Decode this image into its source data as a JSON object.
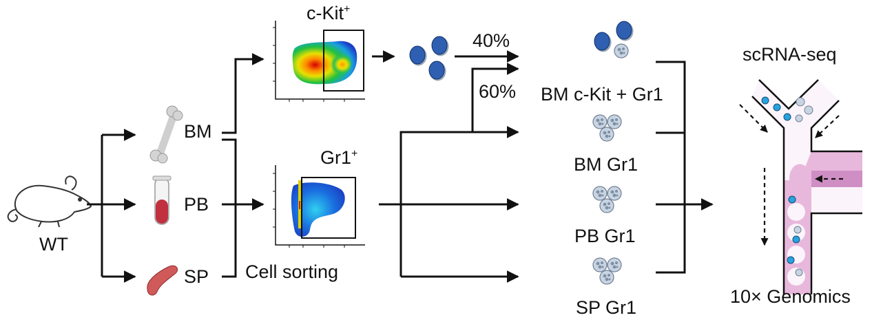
{
  "source": {
    "label": "WT",
    "icon": "mouse-icon"
  },
  "tissues": [
    {
      "label": "BM",
      "icon": "bone-icon"
    },
    {
      "label": "PB",
      "icon": "blood-tube-icon"
    },
    {
      "label": "SP",
      "icon": "spleen-icon"
    }
  ],
  "sorting": {
    "label": "Cell sorting",
    "gate_top": {
      "label": "c-Kit",
      "superscript": "+"
    },
    "gate_bottom": {
      "label": "Gr1",
      "superscript": "+"
    }
  },
  "mixing": {
    "ckit_percent": "40%",
    "gr1_percent": "60%"
  },
  "samples": [
    {
      "label": "BM c-Kit + Gr1"
    },
    {
      "label": "BM Gr1"
    },
    {
      "label": "PB Gr1"
    },
    {
      "label": "SP Gr1"
    }
  ],
  "sequencing": {
    "method": "scRNA-seq",
    "platform": "10× Genomics"
  },
  "colors": {
    "ckit_cell": "#2f5fb0",
    "gr1_cell": "#b8c6d8",
    "droplet_fill": "#e8b8dc",
    "bead": "#29a3de",
    "bone": "#cfcfcf",
    "blood": "#c0303e",
    "spleen": "#d05a5a"
  }
}
